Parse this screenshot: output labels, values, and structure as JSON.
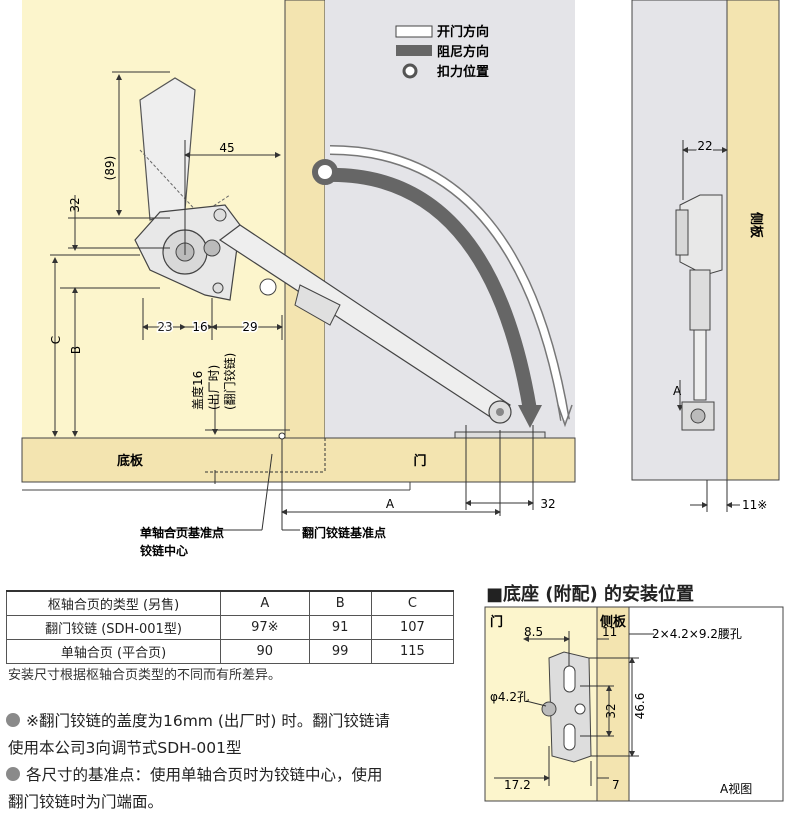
{
  "legend": {
    "open_direction": "开门方向",
    "damping_direction": "阻尼方向",
    "hold_position": "扣力位置"
  },
  "main_diagram": {
    "dim_45": "45",
    "dim_89": "(89)",
    "dim_32": "32",
    "dim_c": "C",
    "dim_b": "B",
    "dim_23": "23",
    "dim_16": "16",
    "dim_29": "29",
    "overlay_label_1": "盖度16",
    "overlay_label_2": "(出厂时)",
    "overlay_label_3": "(翻门铰链)",
    "bottom_board": "底板",
    "door": "门",
    "dim_a": "A",
    "dim_32b": "32",
    "single_axis_ref": "单轴合页基准点",
    "hinge_center": "铰链中心",
    "flap_hinge_ref": "翻门铰链基准点"
  },
  "side_view": {
    "dim_22": "22",
    "side_panel": "侧板",
    "label_a": "A",
    "dim_11": "11※"
  },
  "table": {
    "headers": [
      "枢轴合页的类型 (另售)",
      "A",
      "B",
      "C"
    ],
    "rows": [
      [
        "翻门铰链 (SDH-001型)",
        "97※",
        "91",
        "107"
      ],
      [
        "单轴合页 (平合页)",
        "90",
        "99",
        "115"
      ]
    ]
  },
  "notes": {
    "size_note": "安装尺寸根据枢轴合页类型的不同而有所差异。",
    "bullet1_line1": "※翻门铰链的盖度为16mm (出厂时) 时。翻门铰链请",
    "bullet1_line2": "使用本公司3向调节式SDH-001型",
    "bullet2_line1": "各尺寸的基准点：使用单轴合页时为铰链中心，使用",
    "bullet2_line2": "翻门铰链时为门端面。"
  },
  "base_section": {
    "title": "■底座 (附配) 的安装位置",
    "door": "门",
    "side_panel": "侧板",
    "dim_8_5": "8.5",
    "dim_11": "11",
    "slot": "2×4.2×9.2腰孔",
    "hole": "φ4.2孔",
    "dim_32": "32",
    "dim_46_6": "46.6",
    "dim_17_2": "17.2",
    "dim_7": "7",
    "view_a": "A视图"
  }
}
